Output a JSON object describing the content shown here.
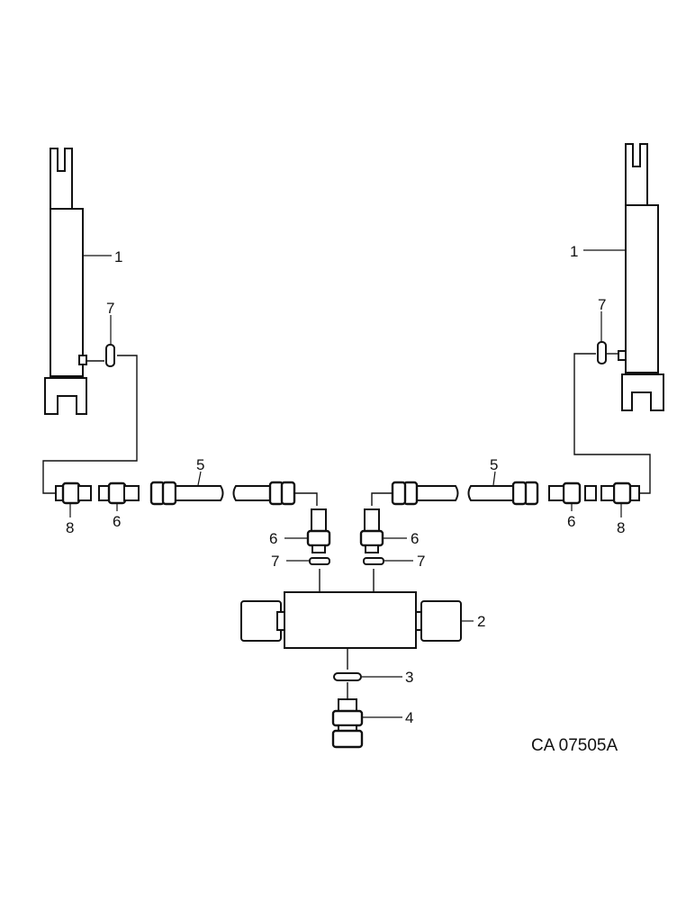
{
  "diagram": {
    "code": "CA 07505A",
    "callouts": {
      "c1_left": "1",
      "c1_right": "1",
      "c7_left_top": "7",
      "c7_right_top": "7",
      "c5_left": "5",
      "c5_right": "5",
      "c8_left": "8",
      "c8_right": "8",
      "c6_left_outer": "6",
      "c6_right_outer": "6",
      "c6_center_left": "6",
      "c6_center_right": "6",
      "c7_center_left": "7",
      "c7_center_right": "7",
      "c2": "2",
      "c3": "3",
      "c4": "4"
    }
  }
}
